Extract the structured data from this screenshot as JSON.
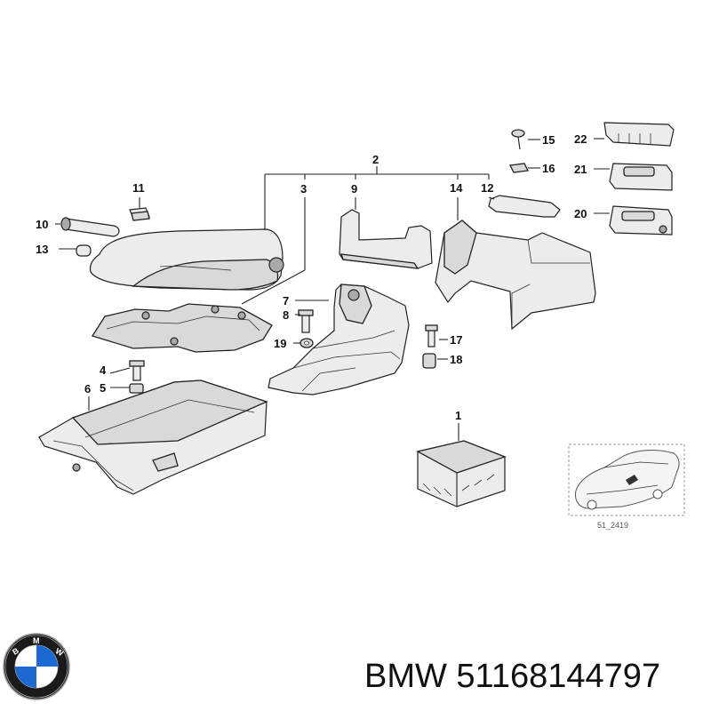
{
  "callouts": {
    "c1": "1",
    "c2": "2",
    "c3": "3",
    "c4": "4",
    "c5": "5",
    "c6": "6",
    "c7": "7",
    "c8": "8",
    "c9": "9",
    "c10": "10",
    "c11": "11",
    "c12": "12",
    "c13": "13",
    "c14": "14",
    "c15": "15",
    "c16": "16",
    "c17": "17",
    "c18": "18",
    "c19": "19",
    "c20": "20",
    "c21": "21",
    "c22": "22"
  },
  "inset": {
    "reference": "51_2419"
  },
  "brand": {
    "name": "BMW",
    "part_number": "51168144797",
    "logo_letters": "BMW"
  },
  "caption_text": "BMW 51168144797",
  "colors": {
    "line": "#222222",
    "part_fill": "#d9d9d9",
    "logo_blue": "#1c69d4"
  }
}
